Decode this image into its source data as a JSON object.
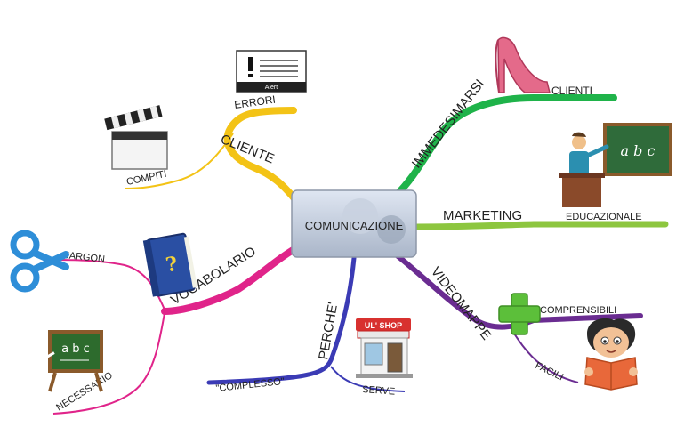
{
  "center": {
    "label": "COMUNICAZIONE"
  },
  "branches": {
    "cliente": {
      "label": "CLIENTE",
      "color": "#f3c316"
    },
    "immedesimarsi": {
      "label": "IMMEDESIMARSI",
      "color": "#1fb34a"
    },
    "marketing": {
      "label": "MARKETING",
      "color": "#8dc63f"
    },
    "videomappe": {
      "label": "VIDEOMAPPE",
      "color": "#6a2c91"
    },
    "perche": {
      "label": "PERCHE'",
      "color": "#3b3bb5"
    },
    "vocabolario": {
      "label": "VOCABOLARIO",
      "color": "#e0248a"
    }
  },
  "leaves": {
    "errori": "ERRORI",
    "compiti": "COMPITI",
    "clienti": "CLIENTI",
    "educazionale": "EDUCAZIONALE",
    "comprensibili": "COMPRENSIBILI",
    "facili": "FACILI",
    "complesso": "\"COMPLESSO\"",
    "serve": "SERVE",
    "jargon": "JARGON",
    "necessario": "NECESSARIO"
  },
  "images": {
    "alert_text": "Alert",
    "board_text": "a b c",
    "chalk_text": "a b c",
    "book_mark": "?",
    "shop_sign": "UL' SHOP",
    "icons": [
      "alert-icon",
      "clapperboard-icon",
      "high-heel-icon",
      "teacher-icon",
      "plus-icon",
      "reading-boy-icon",
      "shop-icon",
      "scissors-icon",
      "book-icon",
      "chalkboard-icon"
    ]
  }
}
